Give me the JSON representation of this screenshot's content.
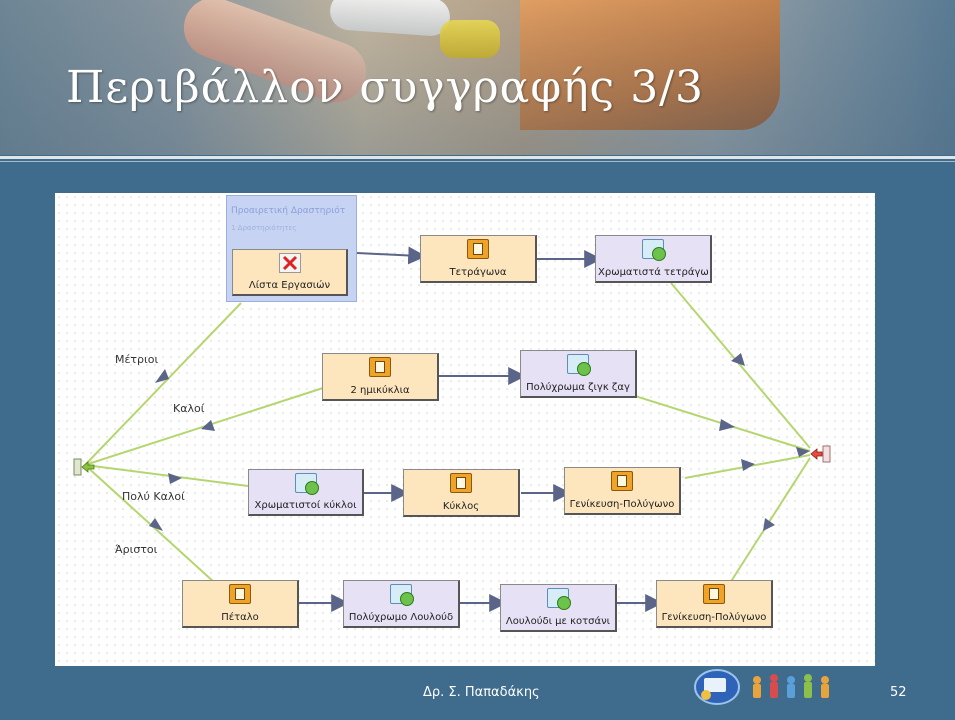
{
  "slide": {
    "title": "Περιβάλλον συγγραφής 3/3",
    "author": "Δρ. Σ. Παπαδάκης",
    "page_number": "52"
  },
  "group": {
    "title": "Προαιρετική Δραστηριότ",
    "subtitle": "1 Δραστηριότητες"
  },
  "edge_labels": {
    "metrioi": "Μέτριοι",
    "kaloi": "Καλοί",
    "poly_kaloi": "Πολύ Καλοί",
    "aristoi": "Άριστοι"
  },
  "nodes": {
    "lista": "Λίστα Εργασιών",
    "tetragona": "Τετράγωνα",
    "xrom_tetrag": "Χρωματιστά τετράγω",
    "imikyklia": "2 ημικύκλια",
    "zigk_zag": "Πολύχρωμα ζιγκ ζαγ",
    "xrom_kykloi": "Χρωματιστοί κύκλοι",
    "kyklos": "Κύκλος",
    "geniki1": "Γενίκευση-Πολύγωνο",
    "petalo": "Πέταλο",
    "loulouthi": "Πολύχρωμο Λουλούδ",
    "kotsani": "Λουλούδι με κοτσάνι",
    "geniki2": "Γενίκευση-Πολύγωνο"
  },
  "icons": {
    "task": "task-clipboard-icon",
    "resource": "resource-page-icon",
    "checklist": "checklist-icon",
    "start": "start-door-icon",
    "end": "end-door-icon"
  },
  "colors": {
    "background": "#3f6b8d",
    "task_fill": "#fde6bd",
    "resource_fill": "#e6e1f5",
    "green_edge": "#b5d66f",
    "blue_edge": "#5b6489"
  }
}
